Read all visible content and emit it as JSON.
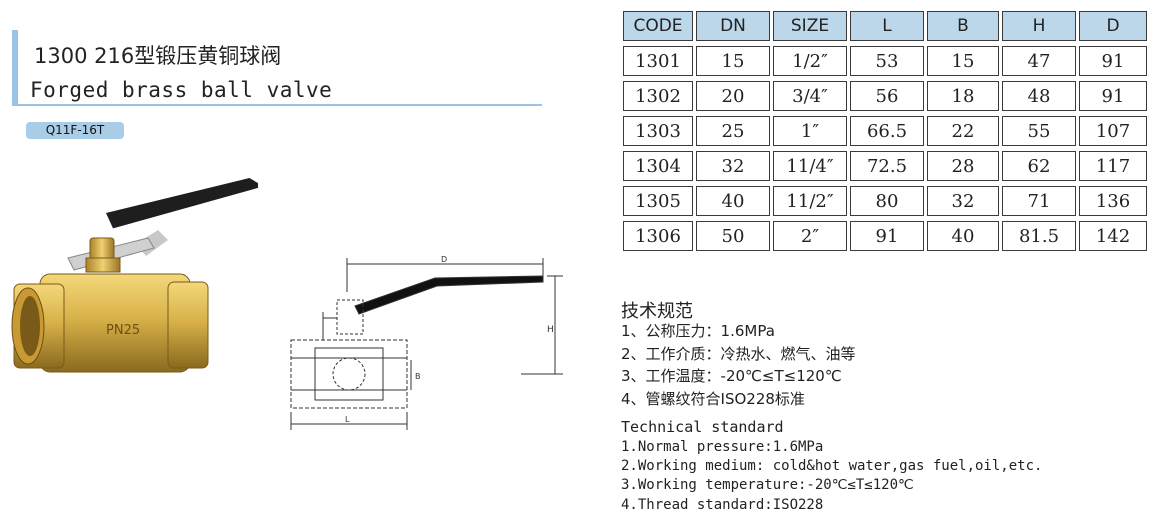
{
  "header": {
    "title_zh": "1300 216型锻压黄铜球阀",
    "title_en": "Forged brass ball valve",
    "model": "Q11F-16T"
  },
  "photo": {
    "body_marking": "PN25"
  },
  "drawing": {
    "label_d": "D",
    "label_h": "H",
    "label_b": "B",
    "label_l": "L"
  },
  "table": {
    "headers": [
      "CODE",
      "DN",
      "SIZE",
      "L",
      "B",
      "H",
      "D"
    ],
    "rows": [
      [
        "1301",
        "15",
        "1/2″",
        "53",
        "15",
        "47",
        "91"
      ],
      [
        "1302",
        "20",
        "3/4″",
        "56",
        "18",
        "48",
        "91"
      ],
      [
        "1303",
        "25",
        "1″",
        "66.5",
        "22",
        "55",
        "107"
      ],
      [
        "1304",
        "32",
        "11/4″",
        "72.5",
        "28",
        "62",
        "117"
      ],
      [
        "1305",
        "40",
        "11/2″",
        "80",
        "32",
        "71",
        "136"
      ],
      [
        "1306",
        "50",
        "2″",
        "91",
        "40",
        "81.5",
        "142"
      ]
    ]
  },
  "tech_zh": {
    "heading": "技术规范",
    "items": [
      "1、公称压力：1.6MPa",
      "2、工作介质：冷热水、燃气、油等",
      "3、工作温度：-20℃≤T≤120℃",
      "4、管螺纹符合ISO228标准"
    ]
  },
  "tech_en": {
    "heading": "Technical standard",
    "items": [
      "1.Normal pressure:1.6MPa",
      "2.Working medium: cold&hot water,gas fuel,oil,etc.",
      "3.Working temperature:-20℃≤T≤120℃",
      "4.Thread standard:ISO228"
    ]
  },
  "colors": {
    "accent_blue": "#9cc3e4",
    "header_fill": "#bcd6ea",
    "brass": "#d9b24a",
    "handle": "#1e1e1e"
  }
}
